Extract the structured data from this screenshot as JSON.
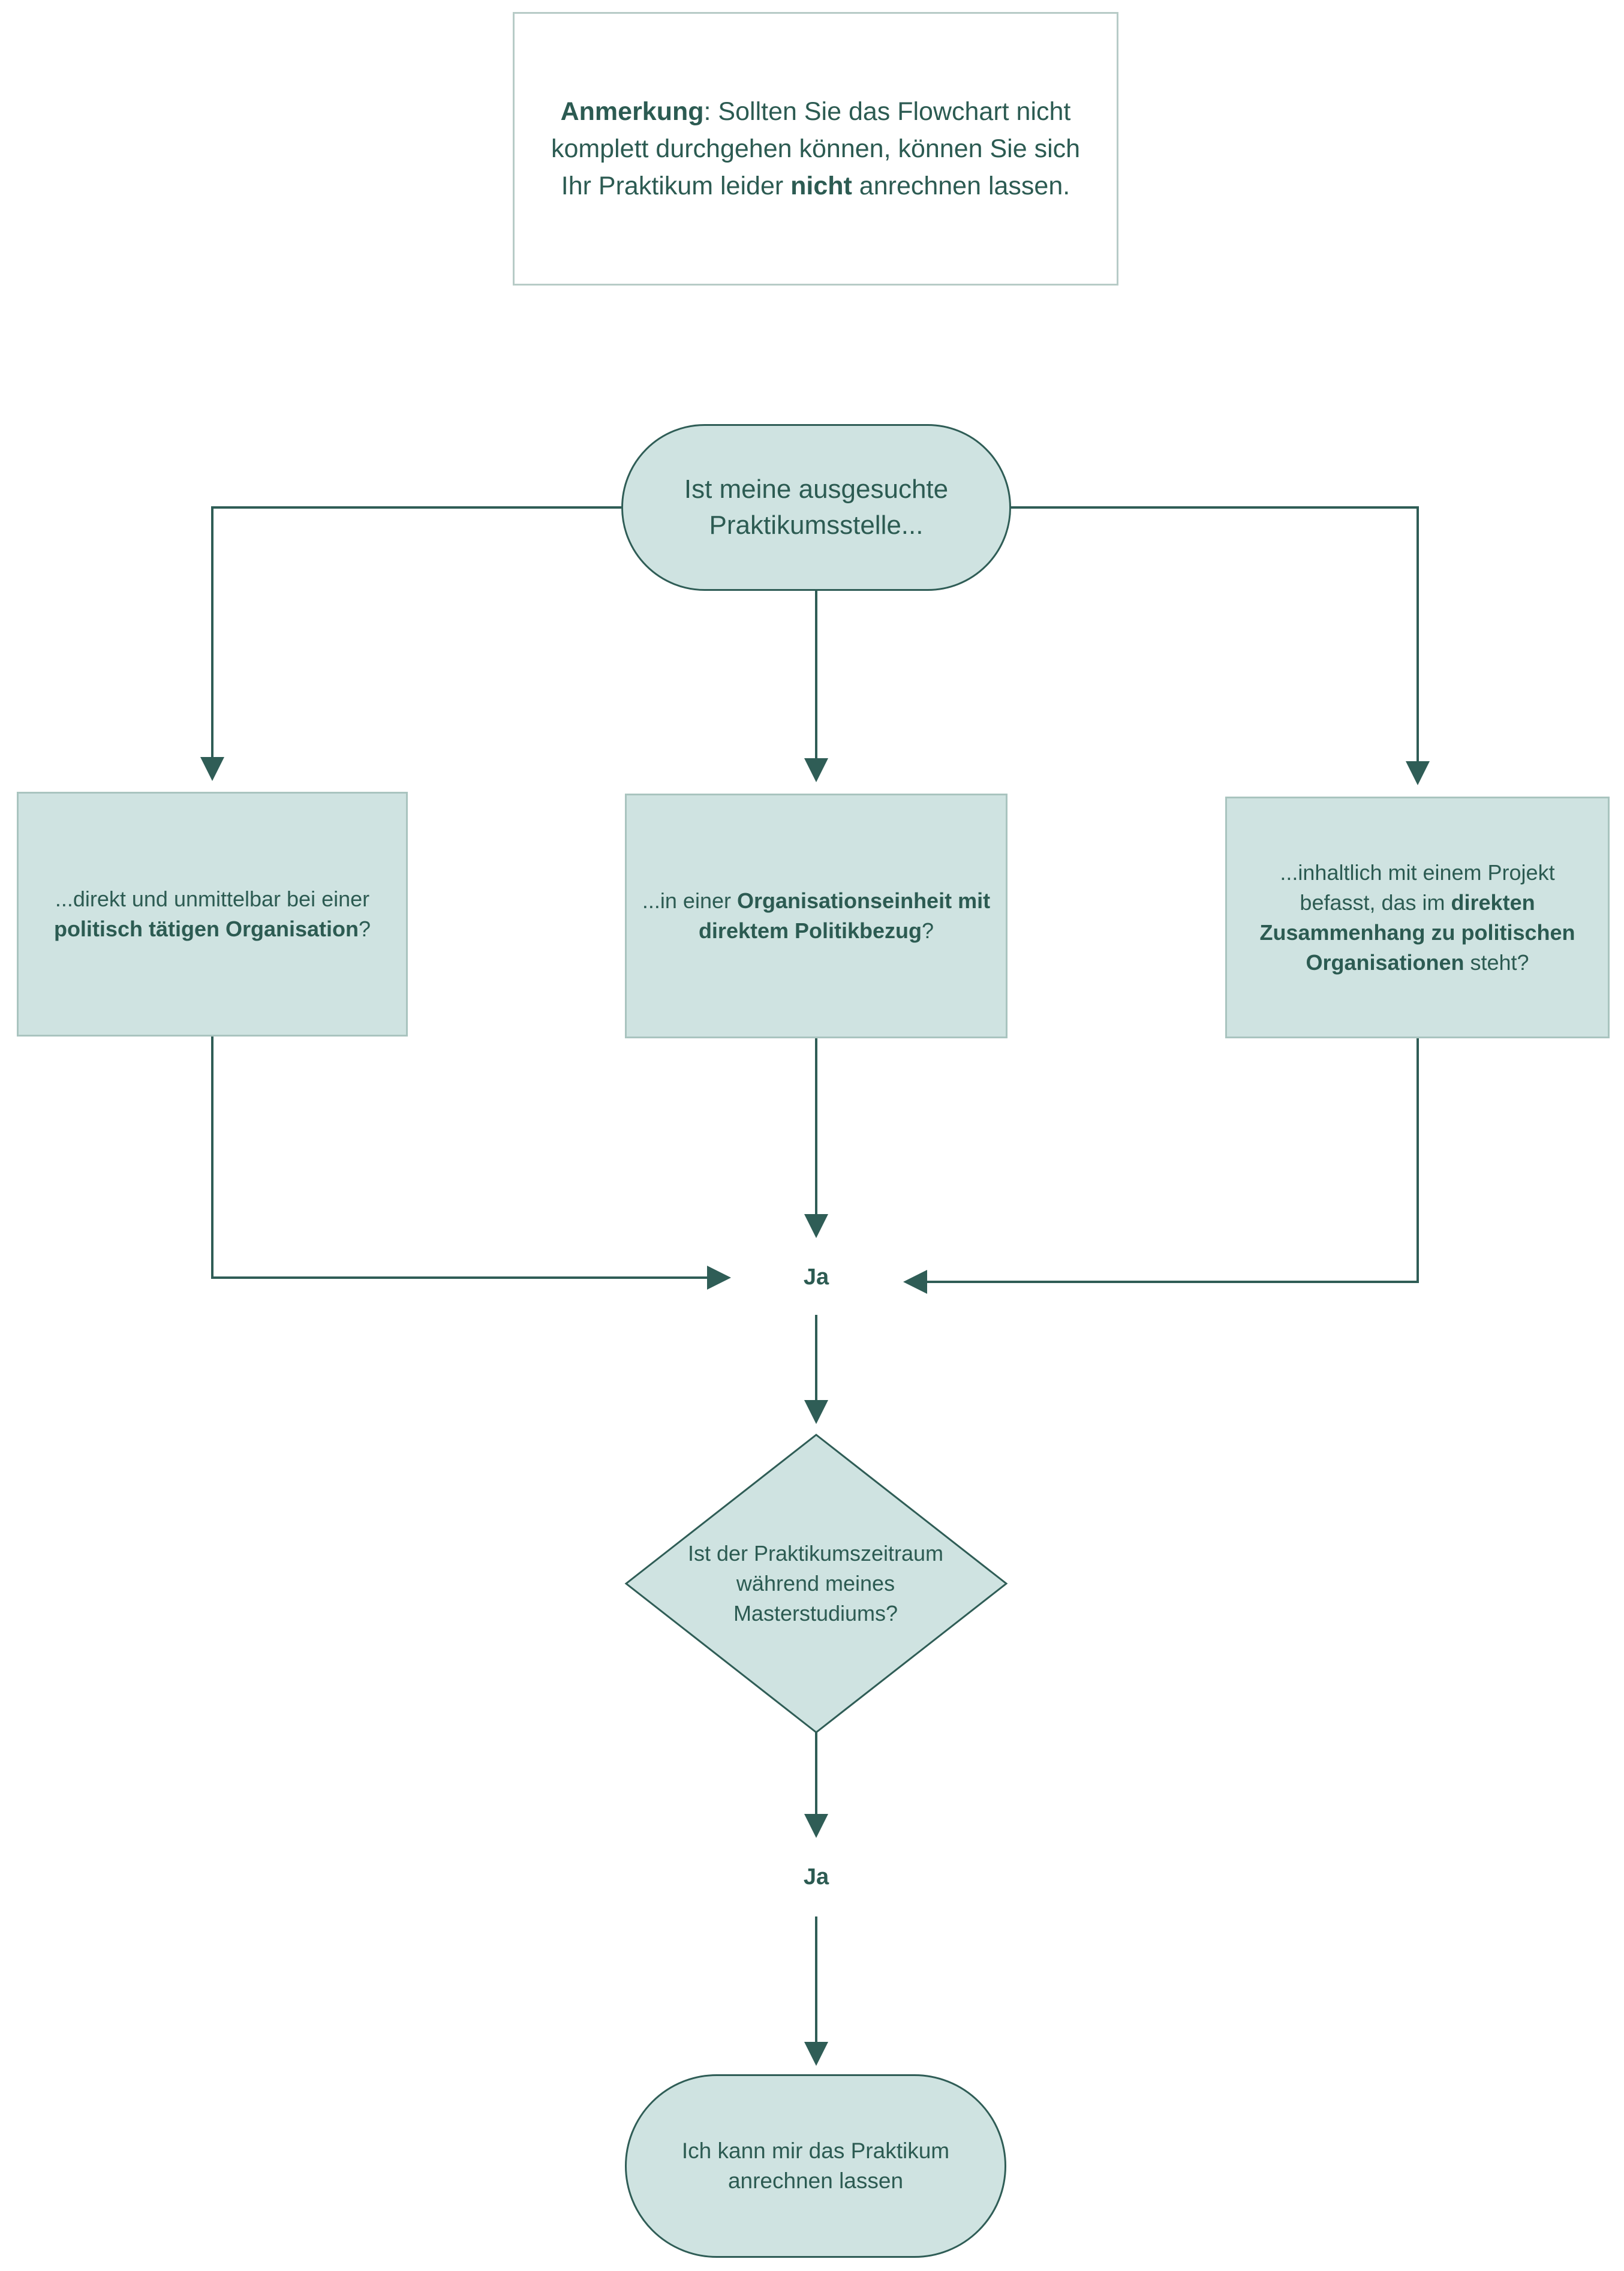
{
  "note": {
    "bold_label": "Anmerkung",
    "text_1": ": Sollten Sie das Flowchart nicht komplett durchgehen können, können Sie sich Ihr Praktikum leider ",
    "bold_word": "nicht",
    "text_2": " anrechnen lassen."
  },
  "start": {
    "text": "Ist meine ausgesuchte Praktikumsstelle..."
  },
  "option_left": {
    "text_1": "...direkt und unmittelbar bei einer ",
    "bold": "politisch tätigen Organisation",
    "text_2": "?"
  },
  "option_center": {
    "text_1": "...in einer ",
    "bold": "Organisationseinheit mit direktem Politikbezug",
    "text_2": "?"
  },
  "option_right": {
    "text_1": "...inhaltlich mit einem Projekt befasst, das im ",
    "bold": "direkten Zusammenhang zu politischen Organisationen",
    "text_2": " steht?"
  },
  "ja_1": "Ja",
  "decision": {
    "text": "Ist der Praktikumszeitraum während meines Masterstudiums?"
  },
  "ja_2": "Ja",
  "end": {
    "text": "Ich kann mir das Praktikum anrechnen lassen"
  },
  "colors": {
    "line": "#2f5d56",
    "fill": "#cfe3e1",
    "text": "#2c5b52"
  }
}
